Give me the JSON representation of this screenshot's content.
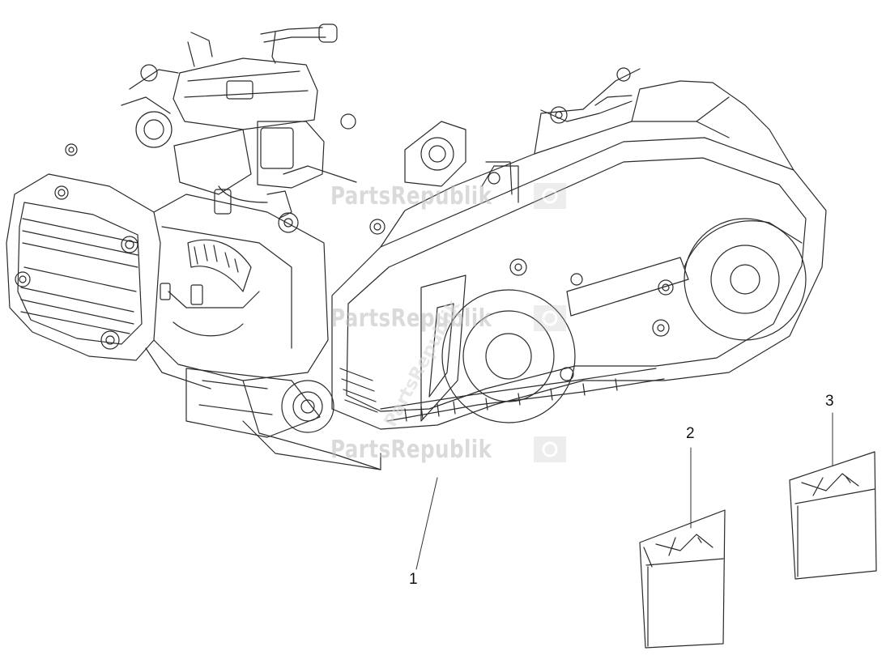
{
  "callouts": {
    "engine": "1",
    "bag_small": "2",
    "bag_large": "3"
  },
  "watermark": {
    "text": "PartsRepublik",
    "icon": "gear-flag-icon",
    "color": "#bdbdbd"
  },
  "colors": {
    "line": "#2a2a2a",
    "background": "#ffffff"
  }
}
